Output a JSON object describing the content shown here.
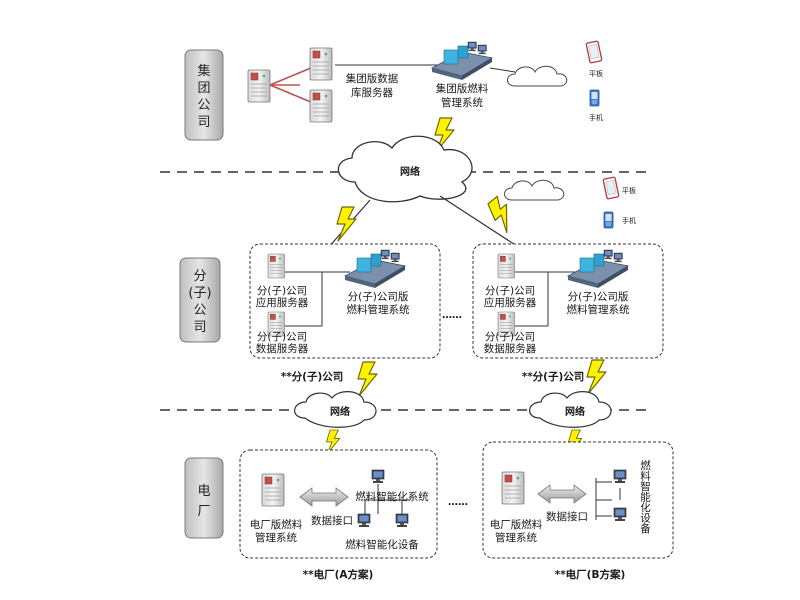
{
  "tiers": {
    "group": [
      "集",
      "团",
      "公",
      "司"
    ],
    "subsidiary": [
      "分",
      "(子)",
      "公",
      "司"
    ],
    "plant": [
      "电",
      "厂"
    ]
  },
  "group": {
    "db_server": [
      "集团版数据",
      "库服务器"
    ],
    "fuel_system": [
      "集团版燃料",
      "管理系统"
    ],
    "tablet": "平板",
    "phone": "手机"
  },
  "networks": {
    "main": "网络",
    "left": "网络",
    "right": "网络"
  },
  "mobile2": {
    "tablet": "平板",
    "phone": "手机"
  },
  "subsidiary": {
    "left": {
      "app_server": [
        "分(子)公司",
        "应用服务器"
      ],
      "db_server": [
        "分(子)公司",
        "数据服务器"
      ],
      "fuel_system": [
        "分(子)公司版",
        "燃料管理系统"
      ],
      "caption": "**分(子)公司"
    },
    "right": {
      "app_server": [
        "分(子)公司",
        "应用服务器"
      ],
      "db_server": [
        "分(子)公司",
        "数据服务器"
      ],
      "fuel_system": [
        "分(子)公司版",
        "燃料管理系统"
      ],
      "caption": "**分(子)公司"
    },
    "ellipsis": "……"
  },
  "plant": {
    "a": {
      "fuel_system": [
        "电厂版燃料",
        "管理系统"
      ],
      "interface": "数据接口",
      "smart_system": "燃料智能化系统",
      "smart_devices": "燃料智能化设备",
      "caption": "**电厂(A方案)"
    },
    "b": {
      "fuel_system": [
        "电厂版燃料",
        "管理系统"
      ],
      "interface": "数据接口",
      "smart_devices_vertical": "燃料智能化设备",
      "caption": "**电厂(B方案)"
    },
    "ellipsis": "……"
  }
}
